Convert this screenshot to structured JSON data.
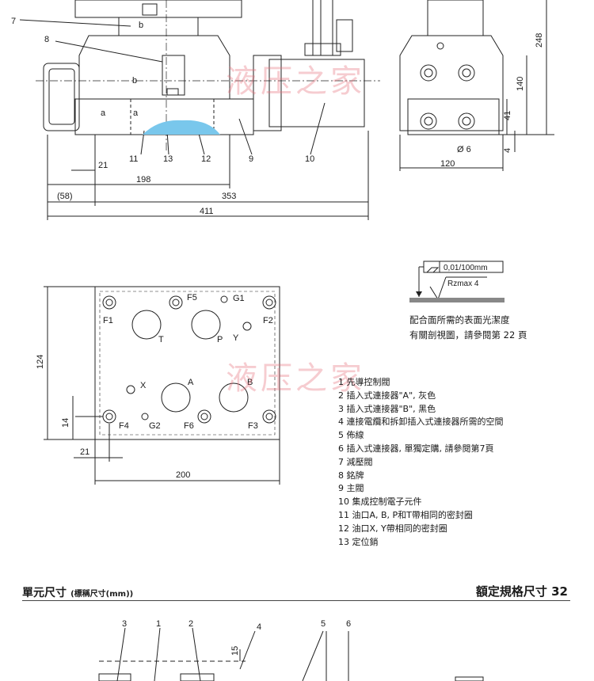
{
  "top_view": {
    "callouts": [
      "7",
      "8",
      "b",
      "b",
      "a",
      "a",
      "11",
      "13",
      "12",
      "9",
      "10"
    ],
    "dims": {
      "d21": "21",
      "d198": "198",
      "d58": "(58)",
      "d353": "353",
      "d411": "411"
    }
  },
  "side_view": {
    "dims": {
      "d248": "248",
      "d140": "140",
      "d41": "41",
      "d4": "4",
      "hole": "Ø 6",
      "d120": "120"
    }
  },
  "surface_note": {
    "flatness": "0,01/100mm",
    "roughness": "Rzmax 4",
    "line1": "配合面所需的表面光潔度",
    "line2": "有關剖視圖，請參閱第 22 頁"
  },
  "mounting_face": {
    "ports": {
      "F1": "F1",
      "F2": "F2",
      "F3": "F3",
      "F4": "F4",
      "F5": "F5",
      "F6": "F6",
      "G1": "G1",
      "G2": "G2",
      "T": "T",
      "P": "P",
      "Y": "Y",
      "X": "X",
      "A": "A",
      "B": "B"
    },
    "dims": {
      "d124": "124",
      "d14": "14",
      "d21": "21",
      "d200": "200"
    }
  },
  "watermark": {
    "text": "液压之家"
  },
  "legend": [
    "1 先導控制閥",
    "2 插入式連接器\"A\", 灰色",
    "3 插入式連接器\"B\", 黑色",
    "4 連接電纜和拆卸插入式連接器所需的空間",
    "5 佈線",
    "6 插入式連接器, 單獨定購, 請參閱第7頁",
    "7 減壓閥",
    "8 銘牌",
    "9 主閥",
    "10 集成控制電子元件",
    "11 油口A, B, P和T帶相同的密封圈",
    "12 油口X, Y帶相同的密封圈",
    "13 定位銷"
  ],
  "section_header": {
    "title": "單元尺寸",
    "subtitle": "(標稱尺寸(mm))",
    "right": "額定規格尺寸 32"
  },
  "bottom_view": {
    "callouts": [
      "3",
      "1",
      "2",
      "4",
      "5",
      "6"
    ],
    "dim15": "15"
  }
}
